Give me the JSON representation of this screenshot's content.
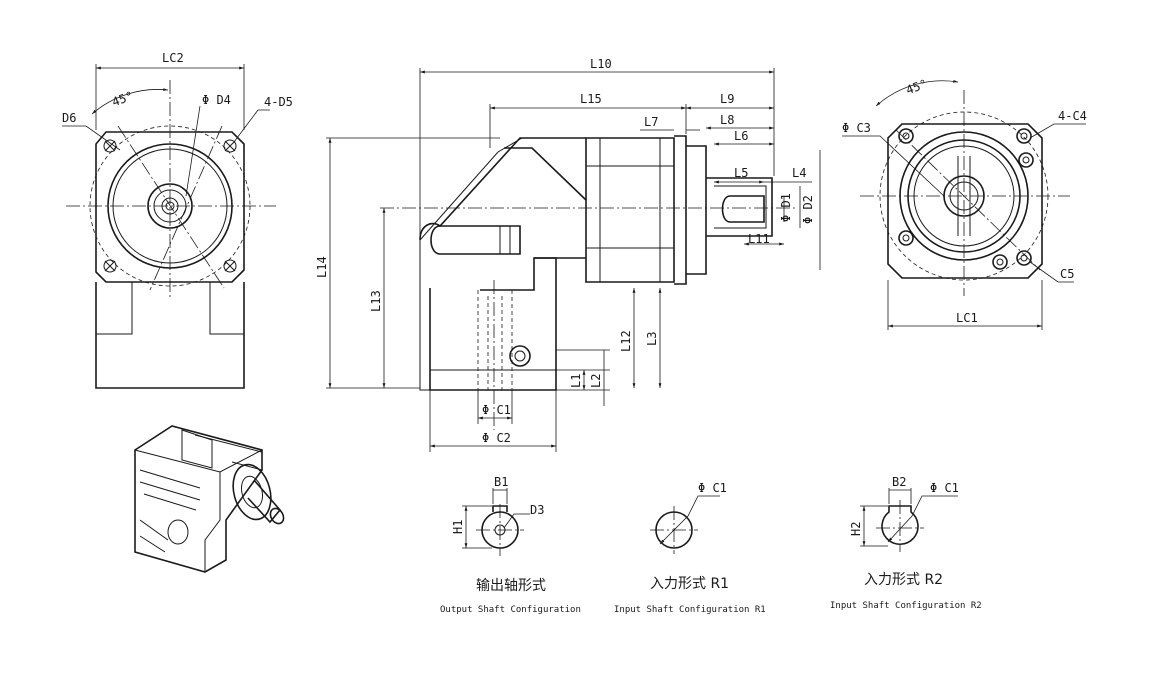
{
  "front_view": {
    "width_label": "LC2",
    "angle_label": "45°",
    "bore_label": "Φ D4",
    "pcd_label": "D6",
    "holes_label": "4-D5"
  },
  "side_view": {
    "dims": {
      "L10": "L10",
      "L15": "L15",
      "L9": "L9",
      "L7": "L7",
      "L8": "L8",
      "L6": "L6",
      "L5": "L5",
      "L4": "L4",
      "L11": "L11",
      "D1": "Φ D1",
      "D2": "Φ D2",
      "L14": "L14",
      "L13": "L13",
      "L12": "L12",
      "L3": "L3",
      "L1": "L1",
      "L2": "L2",
      "C1": "Φ C1",
      "C2": "Φ C2"
    }
  },
  "input_view": {
    "width_label": "LC1",
    "angle_label": "45°",
    "bore_label": "Φ C3",
    "holes_label": "4-C4",
    "pcd_label": "C5"
  },
  "details": [
    {
      "w_label": "B1",
      "h_label": "H1",
      "d_label": "D3",
      "title_cn": "输出轴形式",
      "title_en": "Output Shaft Configuration"
    },
    {
      "d_label": "Φ C1",
      "title_cn": "入力形式 R1",
      "title_en": "Input Shaft Configuration R1"
    },
    {
      "w_label": "B2",
      "h_label": "H2",
      "d_label": "Φ C1",
      "title_cn": "入力形式 R2",
      "title_en": "Input Shaft Configuration R2"
    }
  ]
}
